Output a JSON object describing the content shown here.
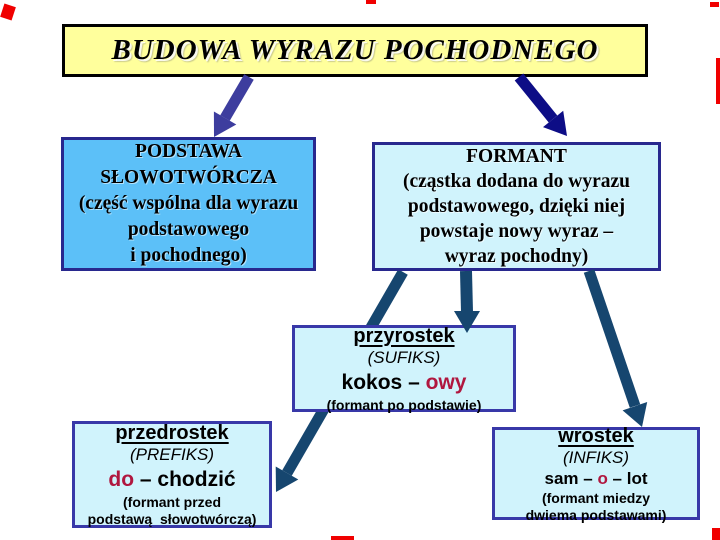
{
  "title": {
    "text": "BUDOWA WYRAZU POCHODNEGO"
  },
  "boxes": {
    "podstawa": {
      "lines": [
        "PODSTAWA",
        "SŁOWOTWÓRCZA",
        "(część wspólna dla wyrazu",
        "podstawowego",
        "i pochodnego)"
      ]
    },
    "formant": {
      "lines": [
        "FORMANT",
        "(cząstka dodana do wyrazu",
        "podstawowego, dzięki niej",
        "powstaje nowy wyraz –",
        "wyraz pochodny)"
      ]
    },
    "przyrostek": {
      "heading": "przyrostek",
      "subheading": "(SUFIKS)",
      "example": {
        "pre": "kokos – ",
        "highlight": "owy",
        "post": ""
      },
      "note_lines": [
        "(formant po podstawie)"
      ]
    },
    "przedrostek": {
      "heading": "przedrostek",
      "subheading": "(PREFIKS)",
      "example": {
        "pre": "",
        "highlight": "do",
        "post": " – chodzić"
      },
      "note_lines": [
        "(formant przed",
        "podstawą  słowotwórczą)"
      ]
    },
    "wrostek": {
      "heading": "wrostek",
      "subheading": "(INFIKS)",
      "example": {
        "pre": "sam – ",
        "highlight": "o",
        "post": " – lot"
      },
      "note_lines": [
        "(formant miedzy",
        "dwiema podstawami)"
      ]
    }
  },
  "colors": {
    "title_bg": "#FFFF9C",
    "podstawa_bg": "#5CC0F8",
    "cyan_bg": "#D0F3FC",
    "navy_border": "#28288E",
    "indigo_border": "#3838A8",
    "arrow_indigo": "#3D3D9E",
    "arrow_navy": "#0D0D86",
    "arrow_steel": "#16466F",
    "highlight_red": "#B0173F"
  }
}
